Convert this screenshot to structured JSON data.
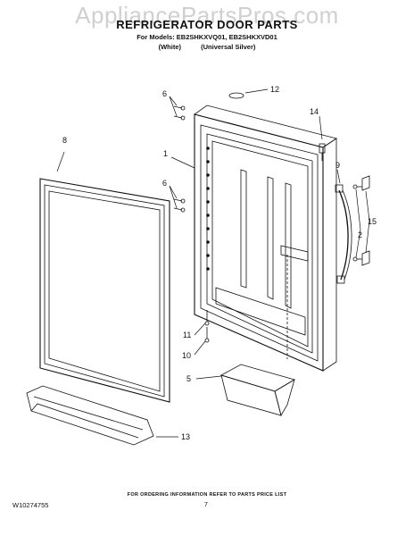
{
  "watermark": "AppliancePartsPros.com",
  "title": "REFRIGERATOR DOOR PARTS",
  "models": "For Models: EB2SHKXVQ01, EB2SHKXVD01",
  "colors": [
    "(White)",
    "(Universal Silver)"
  ],
  "callouts": {
    "c1": "1",
    "c2": "2",
    "c5": "5",
    "c6a": "6",
    "c6b": "6",
    "c8": "8",
    "c9": "9",
    "c10": "10",
    "c11": "11",
    "c12": "12",
    "c13": "13",
    "c14": "14",
    "c15": "15"
  },
  "footer_note": "FOR ORDERING INFORMATION REFER TO PARTS PRICE LIST",
  "doc_number": "W10274755",
  "page_number": "7"
}
